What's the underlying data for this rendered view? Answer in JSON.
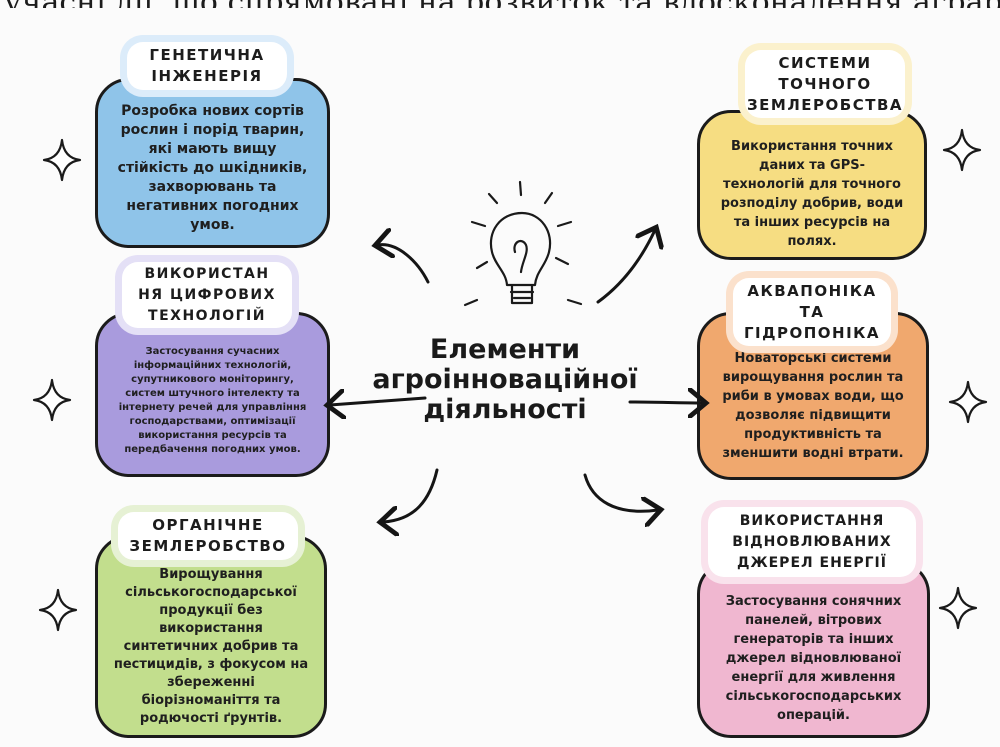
{
  "top_cut_text": "учасні дії, що спрямовані на розвиток та вдосконалення аграрної сфери.",
  "center": {
    "lines": [
      "Елементи",
      "агроінноваційної",
      "діяльності"
    ]
  },
  "blocks": {
    "genetic": {
      "title": "ГЕНЕТИЧНА\nІНЖЕНЕРІЯ",
      "lines": [
        "Розробка нових сортів",
        "рослин і порід тварин,",
        "які мають вищу",
        "стійкість до шкідників,",
        "захворювань та",
        "негативних погодних",
        "умов."
      ],
      "color": "#8fc4e9"
    },
    "digital": {
      "title": "ВИКОРИСТАН\nНЯ ЦИФРОВИХ\nТЕХНОЛОГІЙ",
      "lines": [
        "Застосування сучасних",
        "інформаційних технологій,",
        "супутникового моніторингу,",
        "систем штучного інтелекту та",
        "інтернету речей для управління",
        "господарствами, оптимізації",
        "використання ресурсів та",
        "передбачення погодних умов."
      ],
      "color": "#a99bdd"
    },
    "organic": {
      "title": "ОРГАНІЧНЕ\nЗЕМЛЕРОБСТВО",
      "lines": [
        "Вирощування",
        "сільськогосподарської",
        "продукції без",
        "використання",
        "синтетичних добрив та",
        "пестицидів, з фокусом на",
        "збереженні",
        "біорізноманіття та",
        "родючості ґрунтів."
      ],
      "color": "#c2de8d"
    },
    "precision": {
      "title": "СИСТЕМИ\nТОЧНОГО\nЗЕМЛЕРОБСТВА",
      "lines": [
        "Використання точних",
        "даних та GPS-",
        "технологій для точного",
        "розподілу добрив, води",
        "та інших ресурсів на",
        "полях."
      ],
      "color": "#f6dd82"
    },
    "aquaponics": {
      "title": "АКВАПОНІКА\nТА\nГІДРОПОНІКА",
      "lines": [
        "Новаторські системи",
        "вирощування рослин та",
        "риби в умовах води, що",
        "дозволяє підвищити",
        "продуктивність та",
        "зменшити водні втрати."
      ],
      "color": "#f0a86e"
    },
    "renewable": {
      "title": "ВИКОРИСТАННЯ\nВІДНОВЛЮВАНИХ\nДЖЕРЕЛ ЕНЕРГІЇ",
      "lines": [
        "Застосування сонячних",
        "панелей, вітрових",
        "генераторів та інших",
        "джерел відновлюваної",
        "енергії для живлення",
        "сільськогосподарських",
        "операцій."
      ],
      "color": "#f0b7d0"
    }
  },
  "icons": [
    "lightbulb-icon",
    "sparkle-icon",
    "arrow-icon"
  ]
}
